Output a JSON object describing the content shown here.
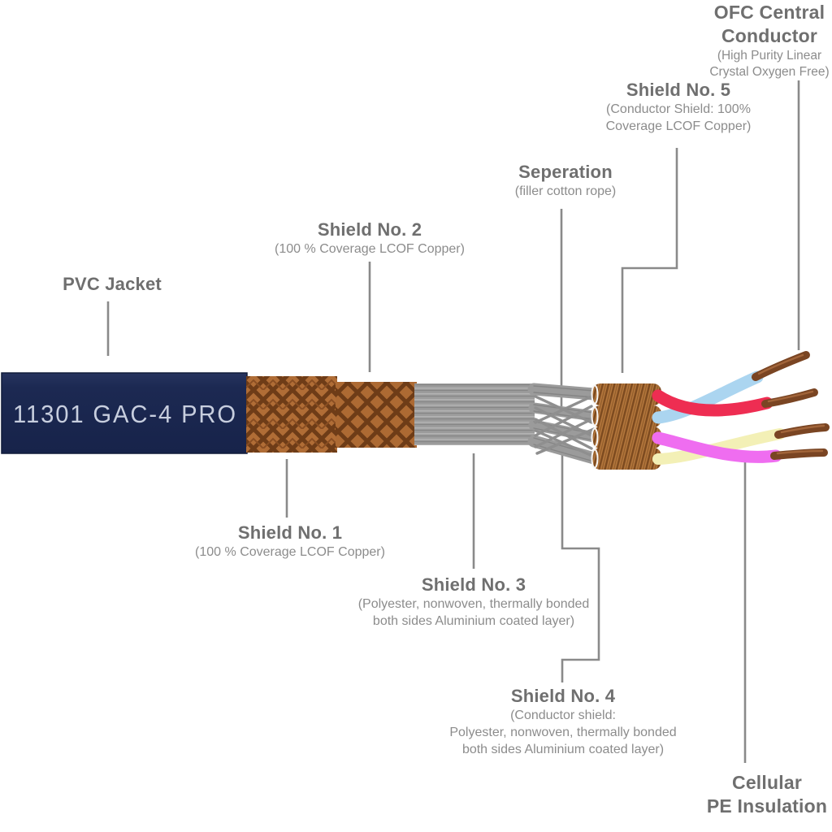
{
  "page": {
    "background": "#ffffff"
  },
  "cable": {
    "jacket_text": "11301   GAC-4  PRO",
    "colors": {
      "jacket": "#1c2952",
      "jacket_text": "#c7cede",
      "copper_braid": "#b06d36",
      "copper_braid_stripe": "#6e3c17",
      "foil_gray": "#9c9c9c",
      "mesh_gray": "#9b9b9b",
      "wrap_copper": "#b3763c",
      "wrap_stripe": "#7c4a1f",
      "wire_red": "#ee2d52",
      "wire_blue": "#abd5f0",
      "wire_yellow": "#f3f0b6",
      "wire_magenta": "#ef6df0",
      "bare_copper": "#7a4523",
      "leader": "#8a8a8a",
      "label_title": "#6f6f6f",
      "label_sub": "#8c8c8c"
    }
  },
  "labels": {
    "pvc_jacket": {
      "title_lines": [
        "PVC Jacket"
      ],
      "sub_lines": []
    },
    "shield_2": {
      "title_lines": [
        "Shield No. 2"
      ],
      "sub_lines": [
        "(100 % Coverage LCOF Copper)"
      ]
    },
    "seperation": {
      "title_lines": [
        "Seperation"
      ],
      "sub_lines": [
        "(filler cotton rope)"
      ]
    },
    "shield_5": {
      "title_lines": [
        "Shield No. 5"
      ],
      "sub_lines": [
        "(Conductor Shield: 100%",
        "Coverage LCOF Copper)"
      ]
    },
    "ofc_central_conductor": {
      "title_lines": [
        "OFC Central",
        "Conductor"
      ],
      "sub_lines": [
        "(High Purity Linear",
        "Crystal Oxygen Free)"
      ]
    },
    "shield_1": {
      "title_lines": [
        "Shield No. 1"
      ],
      "sub_lines": [
        "(100 % Coverage LCOF Copper)"
      ]
    },
    "shield_3": {
      "title_lines": [
        "Shield No. 3"
      ],
      "sub_lines": [
        "(Polyester, nonwoven, thermally bonded",
        "both sides Aluminium coated layer)"
      ]
    },
    "shield_4": {
      "title_lines": [
        "Shield No. 4"
      ],
      "sub_lines": [
        "(Conductor shield:",
        "Polyester, nonwoven, thermally bonded",
        "both sides Aluminium coated layer)"
      ]
    },
    "cellular_pe": {
      "title_lines": [
        "Cellular",
        "PE Insulation"
      ],
      "sub_lines": []
    }
  }
}
